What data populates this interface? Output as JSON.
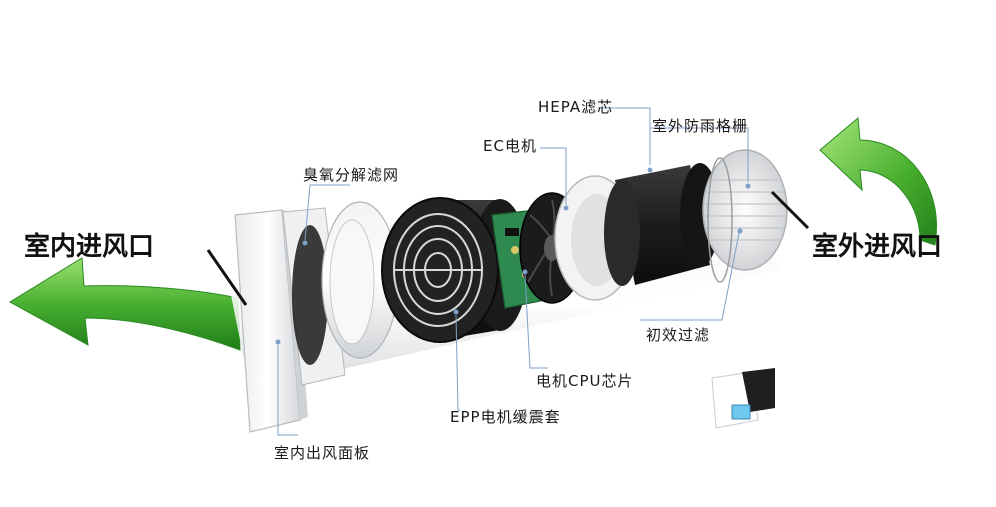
{
  "labels": {
    "indoor_inlet": "室内进风口",
    "outdoor_inlet": "室外进风口",
    "hepa_filter": "HEPA滤芯",
    "outdoor_grille": "室外防雨格栅",
    "ec_motor": "EC电机",
    "ozone_filter": "臭氧分解滤网",
    "primary_filter": "初效过滤",
    "motor_cpu_chip": "电机CPU芯片",
    "epp_sleeve": "EPP电机缓震套",
    "indoor_panel": "室内出风面板"
  },
  "colors": {
    "arrow_green": "#3aa52a",
    "arrow_light": "#8fd86a",
    "leader_line": "#7ea0c8",
    "pointer_black": "#111111"
  }
}
